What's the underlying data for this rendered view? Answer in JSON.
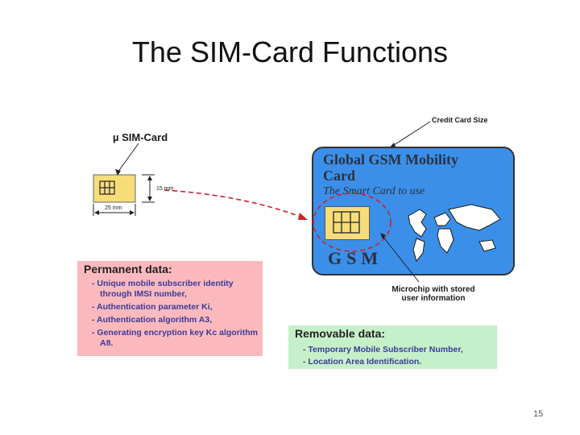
{
  "slide": {
    "title": "The SIM-Card Functions",
    "page_number": "15"
  },
  "micro_sim": {
    "label": "µ SIM-Card",
    "height_dim": "15 mm",
    "width_dim": "25 mm"
  },
  "credit_card_label": "Credit Card Size",
  "card": {
    "title": "Global GSM Mobility Card",
    "subtitle": "The Smart Card to use",
    "brand": "GSM"
  },
  "microchip_label": "Microchip with stored user information",
  "permanent": {
    "heading": "Permanent data:",
    "items": [
      "- Unique mobile subscriber identity through IMSI number,",
      "- Authentication parameter Ki,",
      "- Authentication algorithm A3,",
      "- Generating encryption key Kc algorithm A8."
    ]
  },
  "removable": {
    "heading": "Removable data:",
    "items": [
      "- Temporary Mobile Subscriber Number,",
      "- Location Area Identification."
    ]
  },
  "colors": {
    "card_blue": "#3b8fe8",
    "chip_yellow": "#f7dd7a",
    "permanent_bg": "#fbb9bd",
    "removable_bg": "#c6f0c9",
    "arrow_red": "#d0202a"
  }
}
